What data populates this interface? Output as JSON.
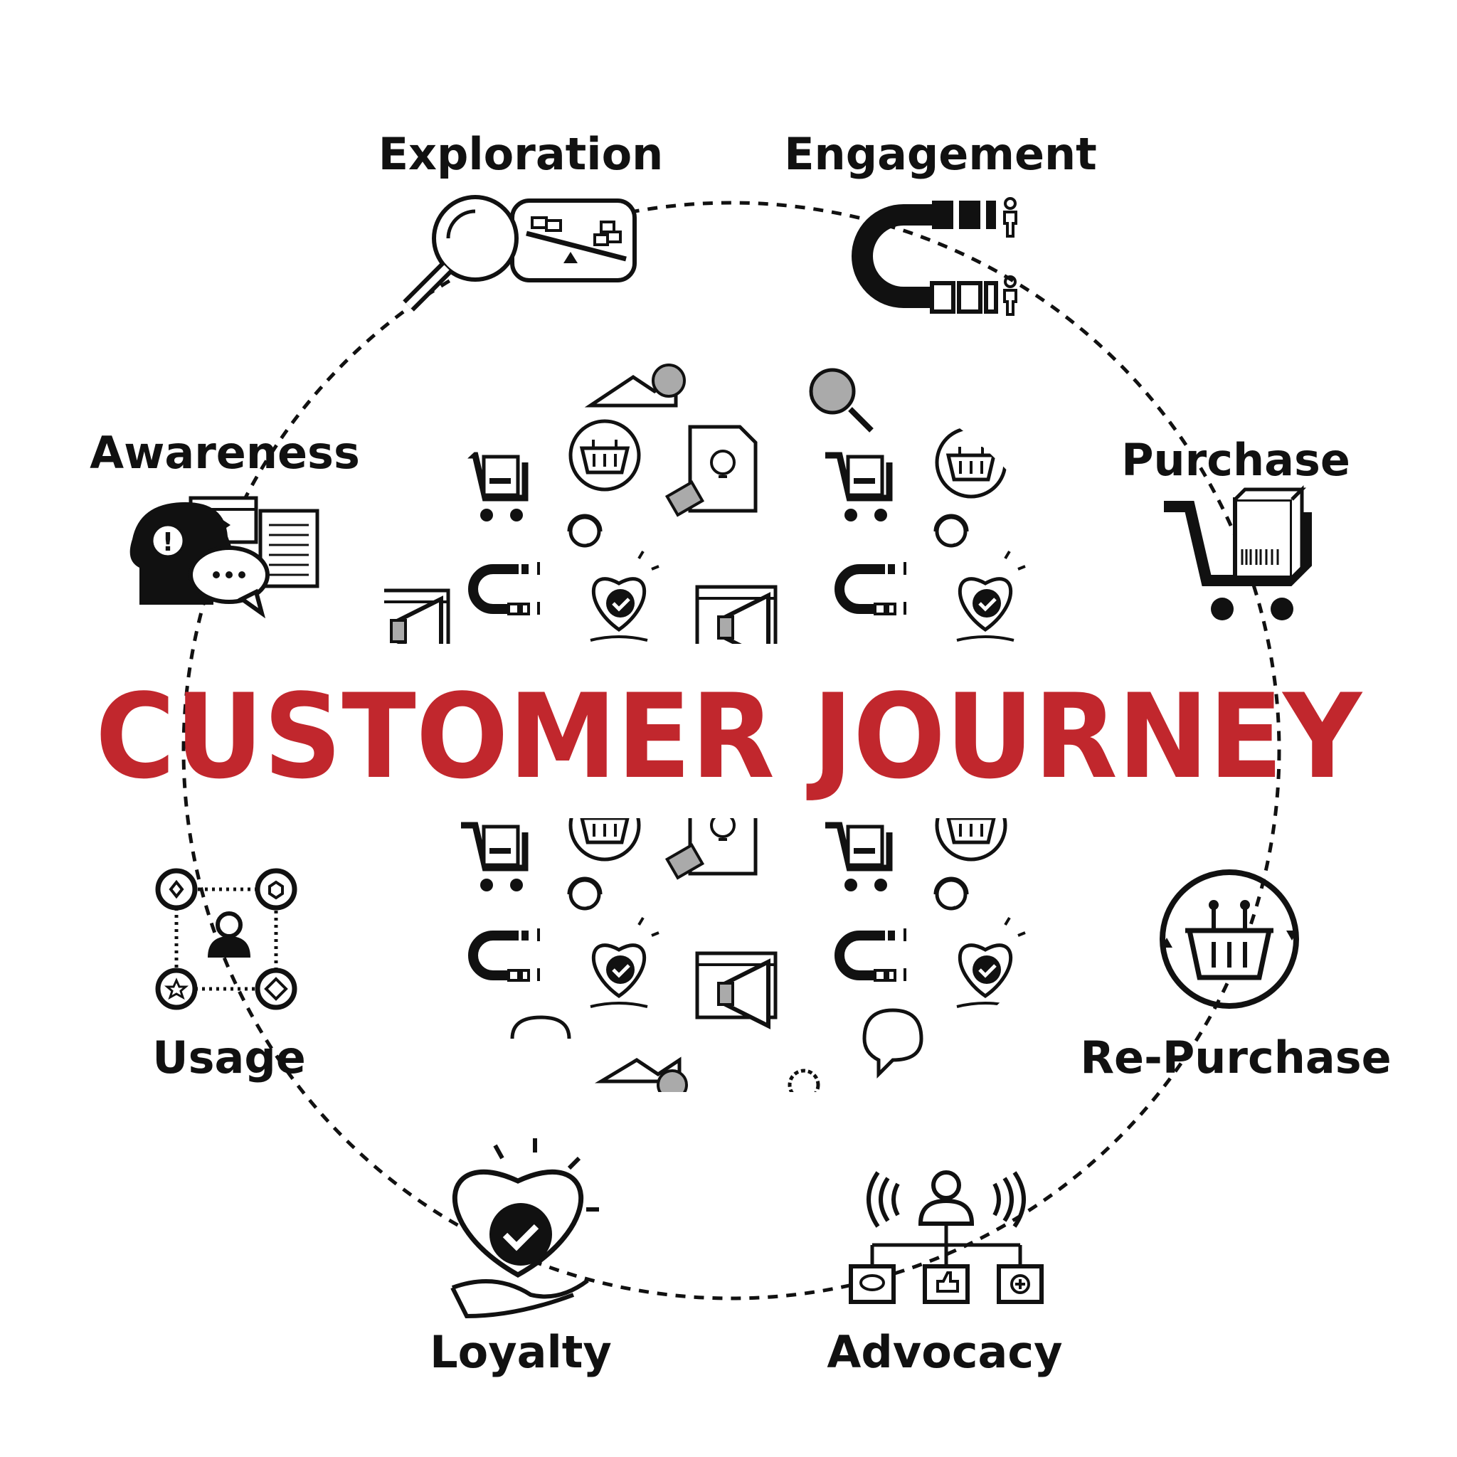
{
  "title": "CUSTOMER JOURNEY",
  "colors": {
    "title": "#c1272d",
    "ink": "#111111",
    "pattern_gray": "#aaaaaa"
  },
  "stages": [
    {
      "label": "Exploration",
      "icon": "magnifier-balance-icon"
    },
    {
      "label": "Engagement",
      "icon": "magnet-people-icon"
    },
    {
      "label": "Purchase",
      "icon": "shopping-cart-box-icon"
    },
    {
      "label": "Re-Purchase",
      "icon": "basket-cycle-icon"
    },
    {
      "label": "Advocacy",
      "icon": "person-broadcast-network-icon"
    },
    {
      "label": "Loyalty",
      "icon": "heart-hand-check-icon"
    },
    {
      "label": "Usage",
      "icon": "person-network-icon"
    },
    {
      "label": "Awareness",
      "icon": "head-media-chat-icon"
    }
  ]
}
